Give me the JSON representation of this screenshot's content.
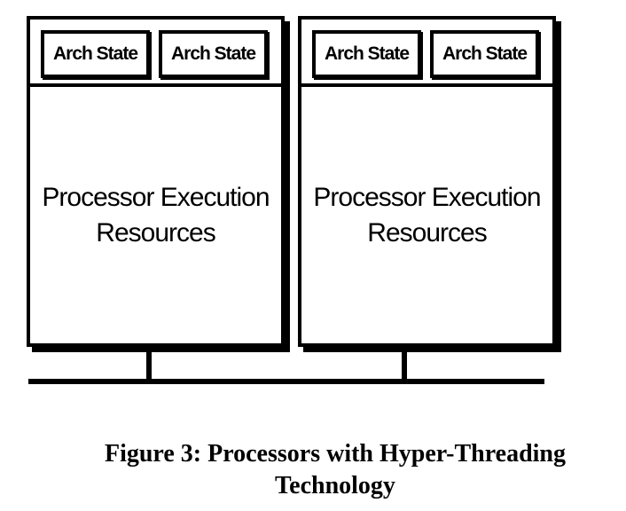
{
  "processors": [
    {
      "arch_states": [
        "Arch State",
        "Arch State"
      ],
      "execution_line1": "Processor Execution",
      "execution_line2": "Resources"
    },
    {
      "arch_states": [
        "Arch State",
        "Arch State"
      ],
      "execution_line1": "Processor Execution",
      "execution_line2": "Resources"
    }
  ],
  "caption": {
    "line1": "Figure 3: Processors with Hyper-Threading",
    "line2": "Technology"
  }
}
